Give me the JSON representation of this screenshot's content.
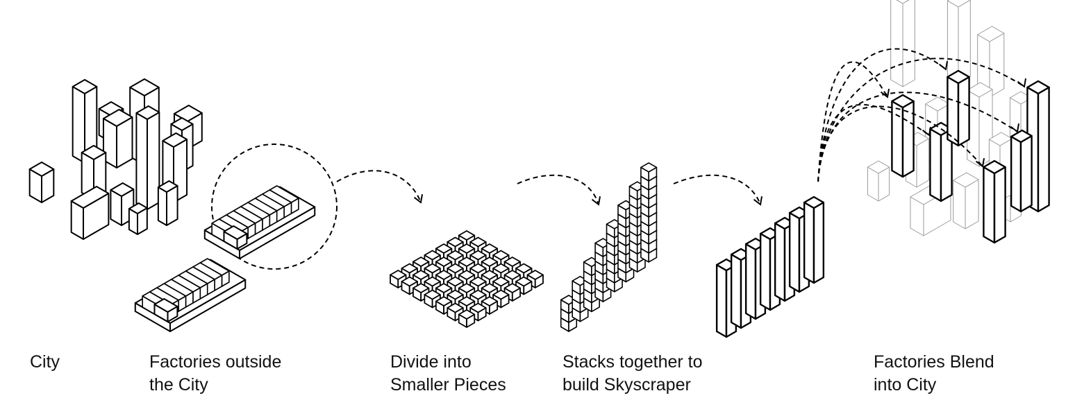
{
  "labels": [
    {
      "id": "city",
      "text": "City"
    },
    {
      "id": "factories-outside",
      "text": "Factories outside\nthe City"
    },
    {
      "id": "divide",
      "text": "Divide into\nSmaller Pieces"
    },
    {
      "id": "stacks",
      "text": "Stacks together to\nbuild Skyscraper"
    },
    {
      "id": "blend",
      "text": "Factories Blend\ninto City"
    }
  ],
  "colors": {
    "stroke": "#000000",
    "ghost": "#999999",
    "background": "#ffffff"
  }
}
